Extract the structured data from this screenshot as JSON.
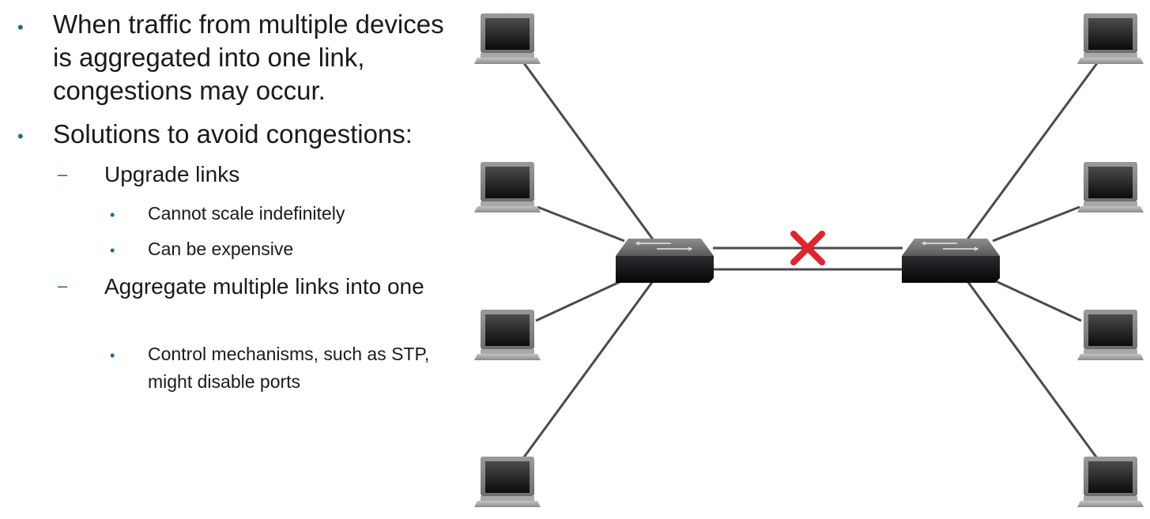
{
  "bullets": {
    "b1": {
      "text": "When traffic from multiple devices is aggregated into one link, congestions may occur."
    },
    "b2": {
      "text": "Solutions to avoid congestions:",
      "sub1": {
        "text": "Upgrade links",
        "items": [
          "Cannot scale indefinitely",
          "Can be expensive"
        ]
      },
      "sub2": {
        "text": "Aggregate multiple links into one",
        "items": [
          "Control mechanisms, such as STP, might disable ports"
        ]
      }
    }
  },
  "diagram": {
    "link_status": "blocked",
    "blocked_color": "#e0242b"
  }
}
